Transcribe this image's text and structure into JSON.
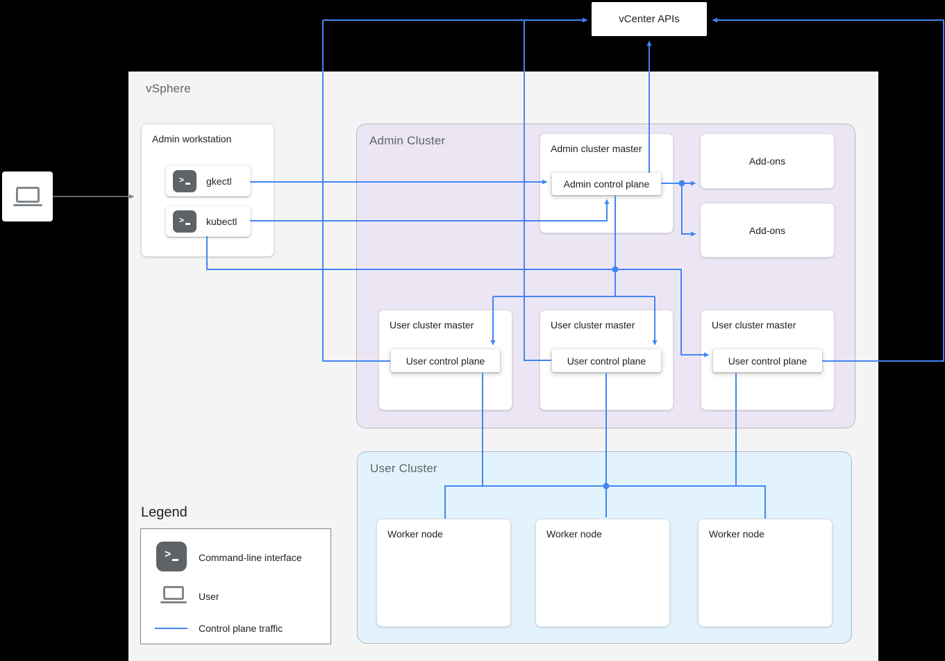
{
  "vcenter": {
    "label": "vCenter APIs"
  },
  "vsphere": {
    "label": "vSphere",
    "admin_workstation": {
      "title": "Admin workstation",
      "tools": [
        {
          "label": "gkectl"
        },
        {
          "label": "kubectl"
        }
      ]
    },
    "admin_cluster": {
      "label": "Admin Cluster",
      "admin_master": {
        "title": "Admin cluster master",
        "control_plane": "Admin control plane"
      },
      "addons": [
        "Add-ons",
        "Add-ons"
      ],
      "user_masters": [
        {
          "title": "User cluster master",
          "control_plane": "User control plane"
        },
        {
          "title": "User cluster master",
          "control_plane": "User control plane"
        },
        {
          "title": "User cluster master",
          "control_plane": "User control plane"
        }
      ]
    },
    "user_cluster": {
      "label": "User Cluster",
      "workers": [
        "Worker node",
        "Worker node",
        "Worker node"
      ]
    }
  },
  "legend": {
    "title": "Legend",
    "items": [
      {
        "icon": "terminal-icon",
        "label": "Command-line interface"
      },
      {
        "icon": "laptop-icon",
        "label": "User"
      },
      {
        "icon": "control-plane-traffic-line",
        "label": "Control plane traffic"
      }
    ]
  },
  "colors": {
    "traffic_line": "#4285F4",
    "admin_cluster_bg": "#ECE6F4",
    "user_cluster_bg": "#E2F3FD",
    "vsphere_bg": "#F4F4F4",
    "terminal_icon_bg": "#5F6368",
    "page_bg": "#000000"
  }
}
